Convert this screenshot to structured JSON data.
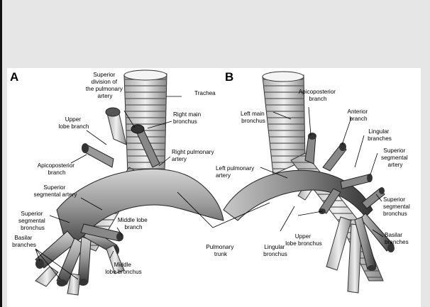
{
  "panels": {
    "a": {
      "letter": "A",
      "labels": {
        "superior_division": [
          "Superior",
          "division of",
          "the pulmonary",
          "artery"
        ],
        "trachea": [
          "Trachea"
        ],
        "right_main_bronchus": [
          "Right main",
          "bronchus"
        ],
        "upper_lobe_branch": [
          "Upper",
          "lobe branch"
        ],
        "right_pulmonary_artery": [
          "Right pulmonary",
          "artery"
        ],
        "apicoposterior_branch": [
          "Apicoposterior",
          "branch"
        ],
        "superior_segmental_artery": [
          "Superior",
          "segmental artery"
        ],
        "superior_segmental_bronchus": [
          "Superior",
          "segmental",
          "bronchus"
        ],
        "middle_lobe_branch": [
          "Middle lobe",
          "branch"
        ],
        "basilar_branches": [
          "Basilar",
          "branches"
        ],
        "middle_lobe_bronchus": [
          "Middle",
          "lobe bronchus"
        ]
      }
    },
    "b": {
      "letter": "B",
      "labels": {
        "apicoposterior_branch": [
          "Apicoposterior",
          "branch"
        ],
        "left_main_bronchus": [
          "Left main",
          "bronchus"
        ],
        "anterior_branch": [
          "Anterior",
          "branch"
        ],
        "lingular_branches": [
          "Lingular",
          "branches"
        ],
        "superior_segmental_artery": [
          "Superior",
          "segmental",
          "artery"
        ],
        "left_pulmonary_artery": [
          "Left pulmonary",
          "artery"
        ],
        "superior_segmental_bronchus": [
          "Superior",
          "segmental",
          "bronchus"
        ],
        "basilar_branches": [
          "Basilar",
          "branches"
        ],
        "upper_lobe_bronchus": [
          "Upper",
          "lobe bronchus"
        ],
        "lingular_bronchus": [
          "Lingular",
          "bronchus"
        ],
        "pulmonary_trunk": [
          "Pulmonary",
          "trunk"
        ]
      }
    }
  }
}
